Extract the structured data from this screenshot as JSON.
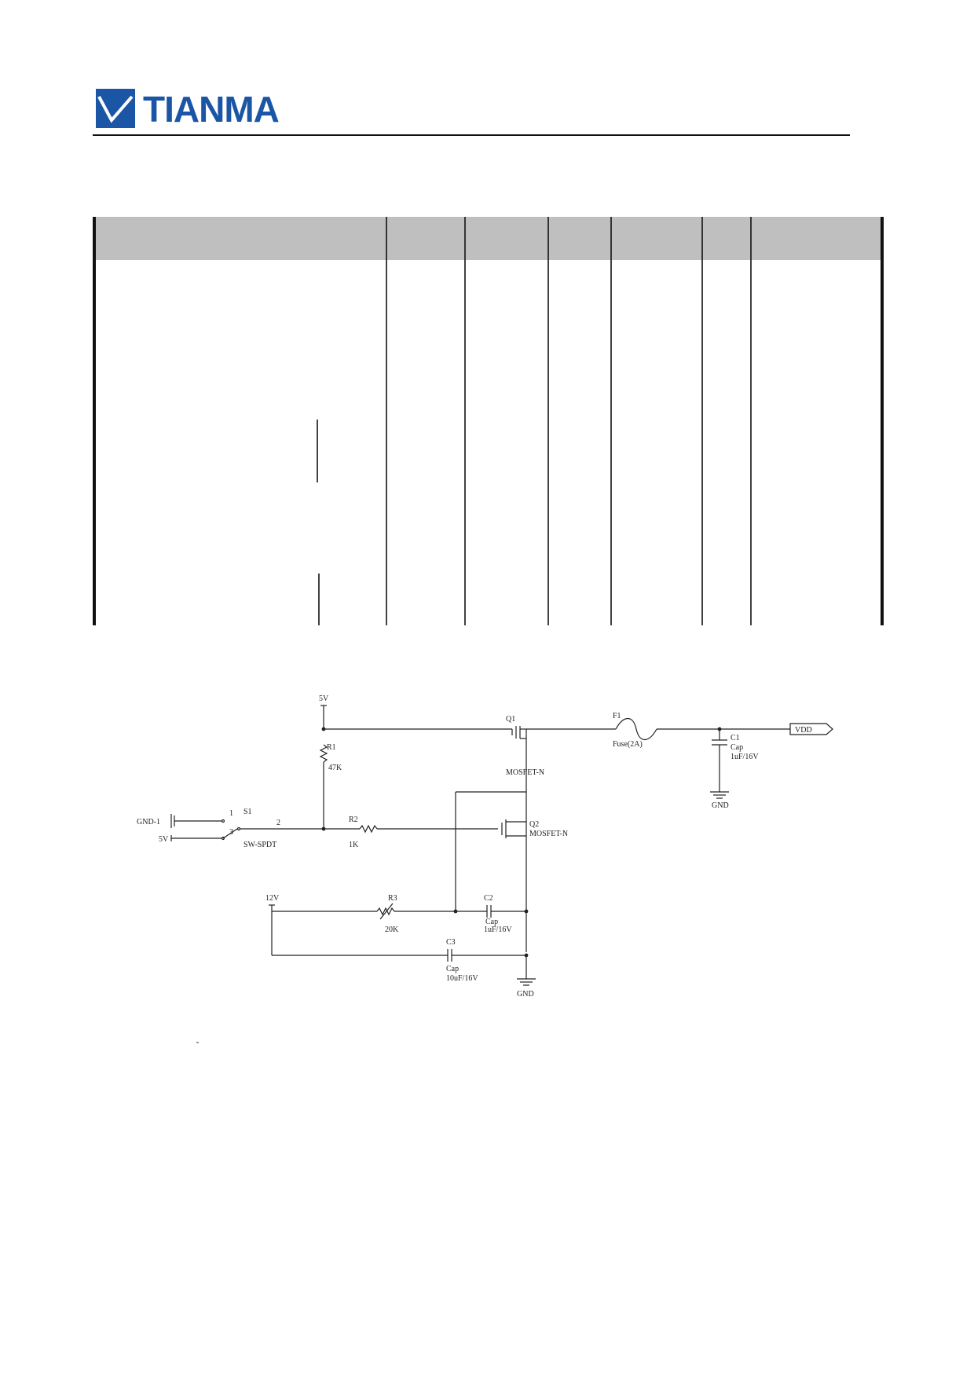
{
  "header": {
    "brand": "TIANMA",
    "brand_color": "#1b56a6",
    "logo_icon": "tianma-v-mark-icon"
  },
  "table": {
    "header_color": "#bfbfbf",
    "headers": [
      "",
      "",
      "",
      "",
      "",
      "",
      ""
    ]
  },
  "schematic": {
    "rail_5v_top": "5V",
    "q1_label": "Q1",
    "q1_type": "MOSFET-N",
    "f1_label": "F1",
    "f1_value": "Fuse(2A)",
    "vdd_label": "VDD",
    "c1_label": "C1",
    "c1_type": "Cap",
    "c1_value": "1uF/16V",
    "gnd_label": "GND",
    "r1_label": "R1",
    "r1_value": "47K",
    "gnd1_label": "GND-1",
    "rail_5v_left": "5V",
    "pin1": "1",
    "pin2": "2",
    "pin3": "3",
    "sw_label": "S1",
    "sw_type": "SW-SPDT",
    "r2_label": "R2",
    "r2_value": "1K",
    "q2_label": "Q2",
    "q2_type": "MOSFET-N",
    "rail_12v": "12V",
    "r3_label": "R3",
    "r3_value": "20K",
    "c2_label": "C2",
    "c2_type": "Cap",
    "c2_value": "1uF/16V",
    "c3_label": "C3",
    "c3_type": "Cap",
    "c3_value": "10uF/16V",
    "gnd_bottom_label": "GND"
  }
}
